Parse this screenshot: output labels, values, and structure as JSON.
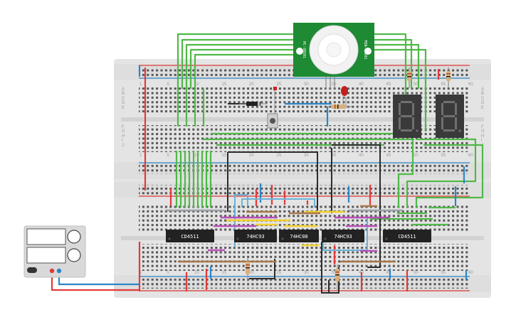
{
  "breadboard": {
    "column_labels_top": [
      "1",
      "5",
      "10",
      "15",
      "20",
      "25",
      "30",
      "35",
      "40",
      "45",
      "50",
      "55",
      "60"
    ],
    "column_labels_mid": [
      "1",
      "5",
      "10",
      "15",
      "20",
      "25",
      "30",
      "35",
      "40",
      "45",
      "50",
      "55",
      "60"
    ],
    "column_labels_bottom": [
      "1",
      "5",
      "10",
      "15",
      "20",
      "25",
      "30",
      "35",
      "40",
      "45",
      "50",
      "55",
      "60"
    ],
    "row_labels": [
      "A",
      "B",
      "C",
      "D",
      "E",
      "F",
      "G",
      "H",
      "I",
      "J"
    ]
  },
  "chips": [
    {
      "id": "chip-cd4511-left",
      "label": "CD4511"
    },
    {
      "id": "chip-74hc93",
      "label": "74HC93"
    },
    {
      "id": "chip-74hc08",
      "label": "74HC08"
    },
    {
      "id": "chip-74hc93-b",
      "label": "74HC93"
    },
    {
      "id": "chip-cd4511-right",
      "label": "CD4511"
    }
  ],
  "displays": [
    {
      "id": "display-left",
      "digit": "8"
    },
    {
      "id": "display-right",
      "digit": "8"
    }
  ],
  "pir_sensor": {
    "left_text": "HC-SR501",
    "right_text": "MSN-SM501"
  },
  "power_supply": {
    "display_top": "",
    "display_bottom": ""
  },
  "colors": {
    "breadboard": "#e4e4e4",
    "wire_green": "#4fb848",
    "wire_red": "#e23a3a",
    "wire_blue": "#2b86c8",
    "wire_black": "#2c2c2c",
    "wire_yellow": "#f2d02b",
    "wire_purple": "#b84fb8",
    "wire_grey": "#9aa0a6",
    "wire_brown": "#a9784a",
    "wire_lightblue": "#69b3d9",
    "pcb_green": "#1e8a33",
    "chip": "#222222",
    "display": "#3a3a3a"
  }
}
